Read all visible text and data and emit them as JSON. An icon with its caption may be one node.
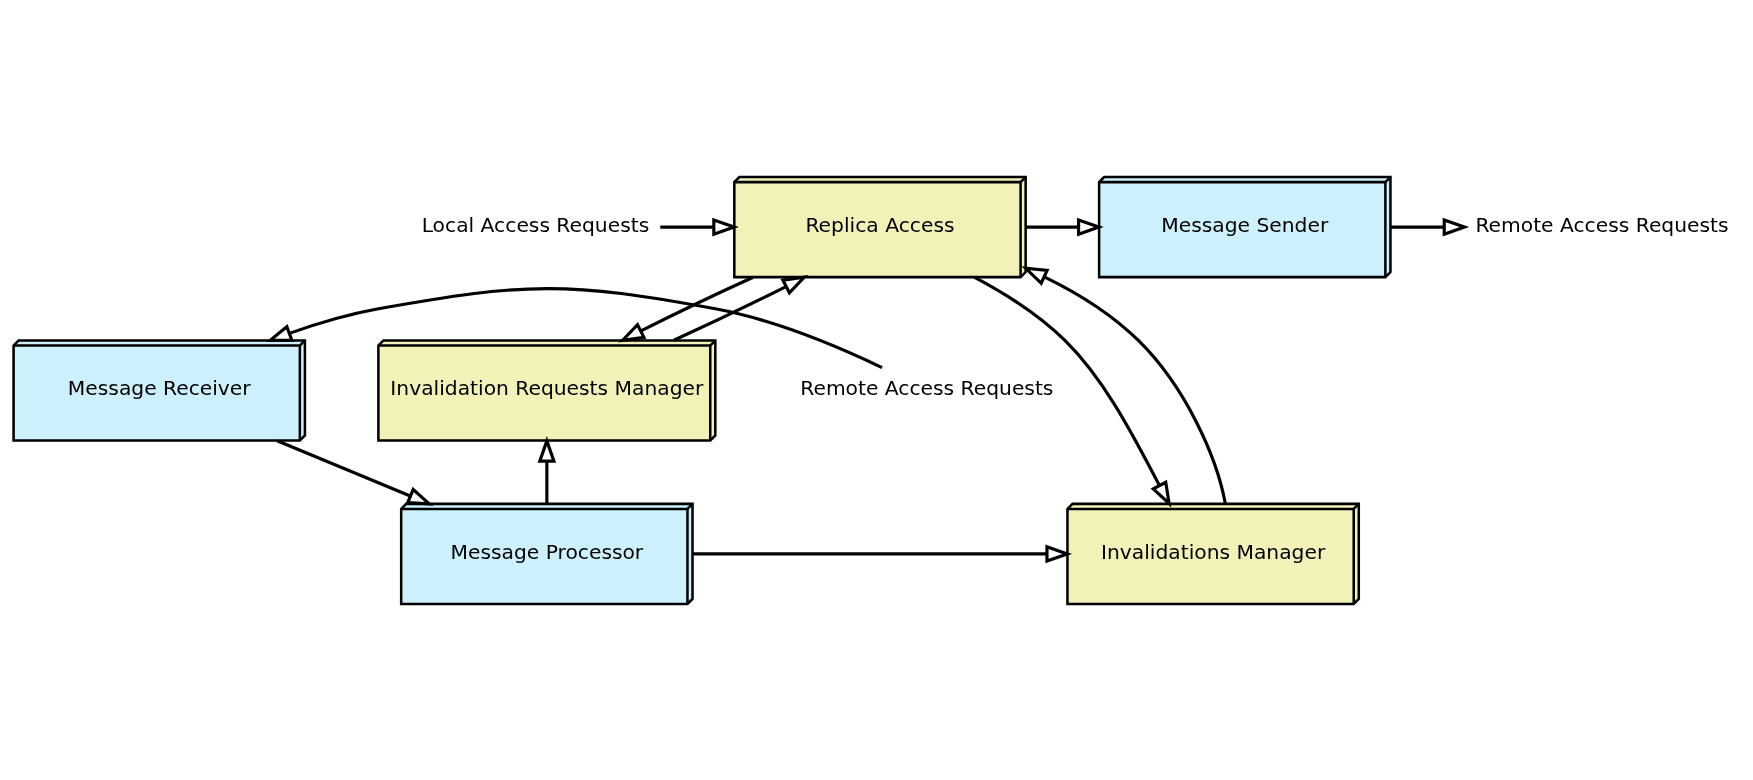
{
  "diagram": {
    "nodes": [
      {
        "text": [
          "Local Access Requests"
        ]
      },
      {
        "text": [
          "Replica Access"
        ]
      },
      {
        "text": [
          "Message Sender"
        ]
      },
      {
        "text": [
          "Remote Access Requests"
        ]
      },
      {
        "text": [
          "Invalidation Requests Manager"
        ]
      },
      {
        "text": [
          "Message Receiver"
        ]
      },
      {
        "text": [
          "Remote Access Requests"
        ]
      },
      {
        "text": [
          "Invalidations Manager"
        ]
      },
      {
        "text": [
          "Message Processor"
        ]
      }
    ],
    "edges": [
      {
        "from": 0,
        "to": 1,
        "arrow": "to"
      },
      {
        "from": 1,
        "to": 2,
        "arrow": "to"
      },
      {
        "from": 2,
        "to": 3,
        "arrow": "to"
      },
      {
        "from": 7,
        "to": 1,
        "arrow": "to"
      },
      {
        "from": 1,
        "to": 7,
        "arrow": "to"
      },
      {
        "from": 1,
        "to": 4,
        "arrow": "to"
      },
      {
        "from": 4,
        "to": 1,
        "arrow": "to"
      },
      {
        "from": 6,
        "to": 5,
        "arrow": "to"
      },
      {
        "from": 5,
        "to": 8,
        "arrow": "to"
      },
      {
        "from": 8,
        "to": 4,
        "arrow": "to"
      },
      {
        "from": 8,
        "to": 7,
        "arrow": "to"
      }
    ]
  }
}
